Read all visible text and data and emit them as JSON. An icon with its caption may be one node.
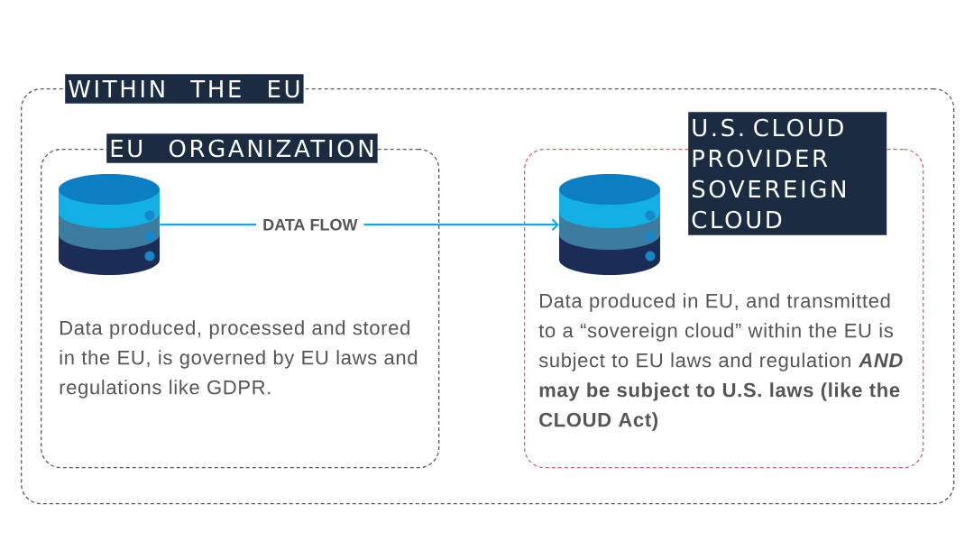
{
  "diagram": {
    "nodes": [
      {
        "text": [
          "WITHIN THE EU"
        ]
      },
      {
        "text": [
          "EU ORGANIZATION",
          "Data produced, processed and stored in the EU, is governed by EU laws and regulations like GDPR."
        ],
        "in": 0
      },
      {
        "text": [],
        "shape": "cylinder",
        "in": 1
      },
      {
        "text": [
          "U.S. CLOUD PROVIDER SOVEREIGN CLOUD",
          "Data produced in EU, and transmitted to a “sovereign cloud” within the EU is subject to EU laws and regulation ***AND* may be subject to U.S. laws (like the CLOUD Act)**"
        ],
        "in": 0
      },
      {
        "text": [],
        "shape": "cylinder",
        "in": 3
      }
    ],
    "edges": [
      {
        "from": 2,
        "to": 4,
        "arrow": "to",
        "label": "DATA FLOW"
      }
    ]
  }
}
